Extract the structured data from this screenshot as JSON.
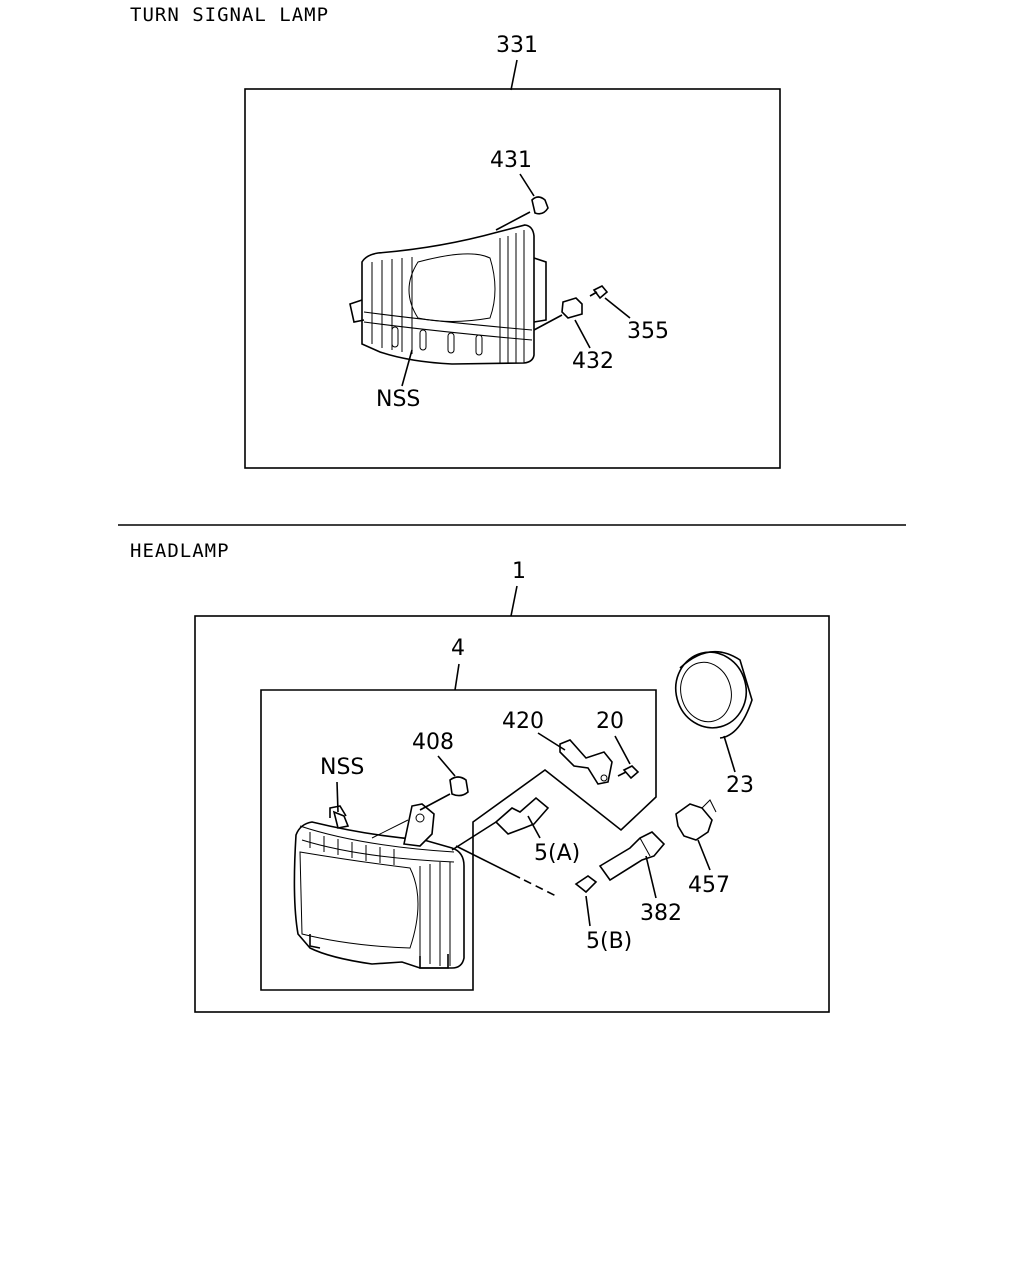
{
  "sections": {
    "turn_signal": {
      "title": "TURN SIGNAL LAMP",
      "assembly_callout": "331",
      "callouts": {
        "c431": "431",
        "c355": "355",
        "c432": "432",
        "nss": "NSS"
      }
    },
    "headlamp": {
      "title": "HEADLAMP",
      "assembly_callout": "1",
      "sub_assembly_callout": "4",
      "callouts": {
        "c408": "408",
        "nss": "NSS",
        "c420": "420",
        "c20": "20",
        "c23": "23",
        "c5a": "5(A)",
        "c5b": "5(B)",
        "c382": "382",
        "c457": "457"
      }
    }
  }
}
